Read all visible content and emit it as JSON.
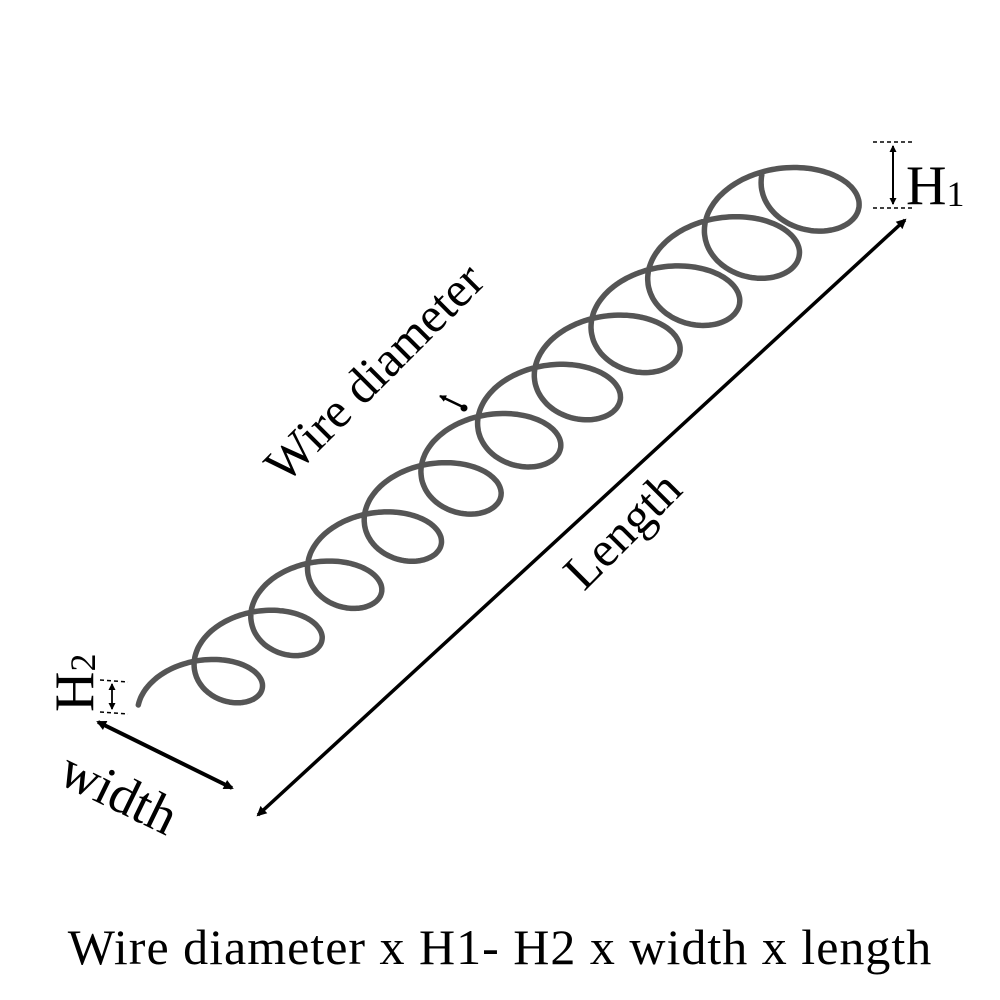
{
  "labels": {
    "h1_main": "H",
    "h1_sub": "1",
    "h2_main": "H",
    "h2_sub": "2",
    "wire_diameter": "Wire diameter",
    "length": "Length",
    "width": "width"
  },
  "caption": "Wire diameter x H1- H2 x width x length",
  "colors": {
    "wire": "#555555",
    "text": "#000000",
    "background": "#ffffff"
  },
  "spring": {
    "coil_count": 11
  }
}
